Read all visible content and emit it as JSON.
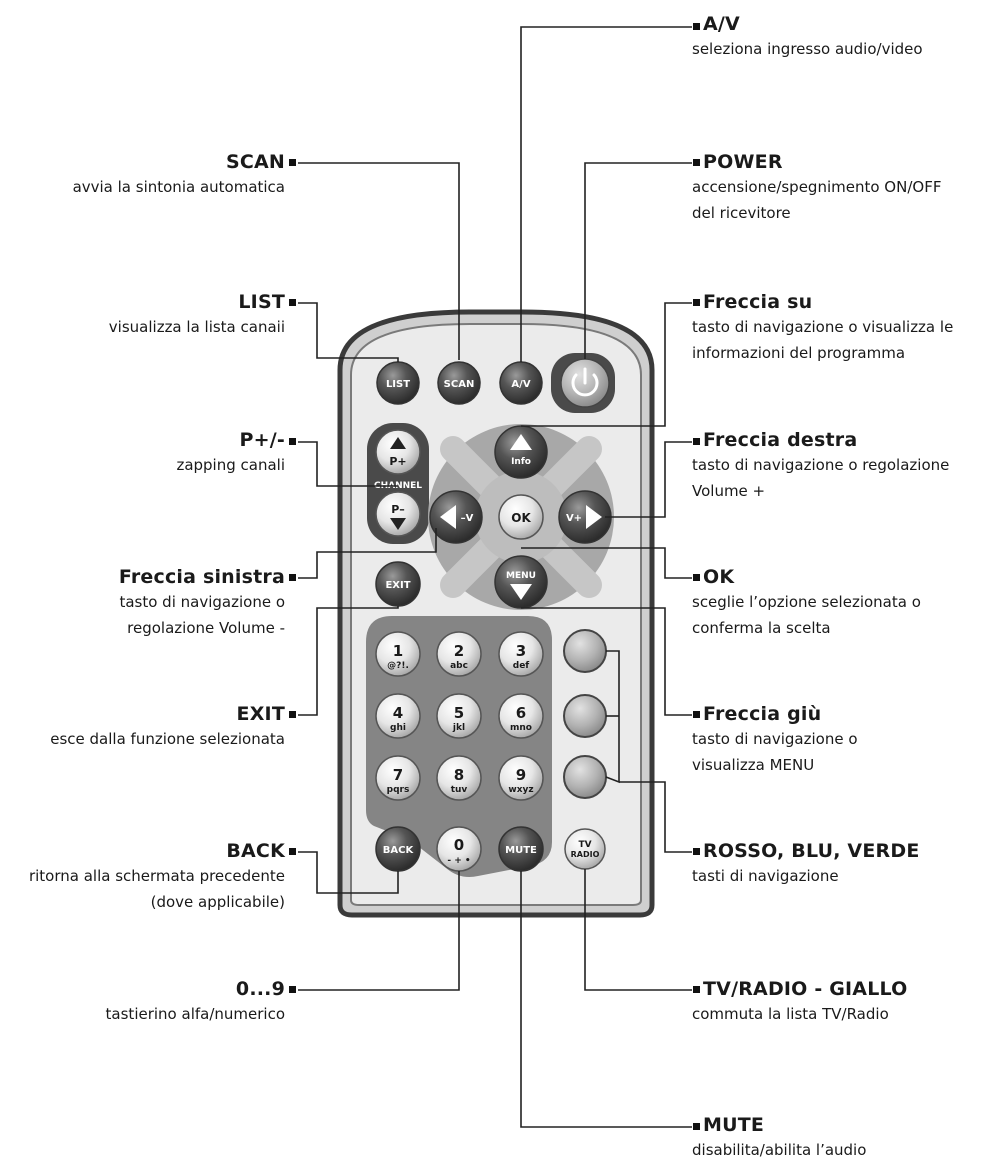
{
  "buttons": {
    "list": "LIST",
    "scan": "SCAN",
    "av": "A/V",
    "p_plus": "P+",
    "p_minus": "P–",
    "channel": "CHANNEL",
    "info": "Info",
    "ok": "OK",
    "minus_v": "–V",
    "v_plus": "V+",
    "menu": "MENU",
    "exit": "EXIT",
    "back": "BACK",
    "mute": "MUTE",
    "tv": "TV",
    "radio": "RADIO",
    "keys": [
      {
        "digit": "1",
        "letters": "@?!."
      },
      {
        "digit": "2",
        "letters": "abc"
      },
      {
        "digit": "3",
        "letters": "def"
      },
      {
        "digit": "4",
        "letters": "ghi"
      },
      {
        "digit": "5",
        "letters": "jkl"
      },
      {
        "digit": "6",
        "letters": "mno"
      },
      {
        "digit": "7",
        "letters": "pqrs"
      },
      {
        "digit": "8",
        "letters": "tuv"
      },
      {
        "digit": "9",
        "letters": "wxyz"
      },
      {
        "digit": "0",
        "letters": "- + •"
      }
    ]
  },
  "callouts": {
    "scan": {
      "title": "SCAN",
      "desc": [
        "avvia la sintonia automatica"
      ]
    },
    "list": {
      "title": "LIST",
      "desc": [
        "visualizza la lista canaii"
      ]
    },
    "pplus": {
      "title": "P+/-",
      "desc": [
        "zapping canali"
      ]
    },
    "freccia_sinistra": {
      "title": "Freccia sinistra",
      "desc": [
        "tasto di navigazione o",
        "regolazione Volume -"
      ]
    },
    "exit": {
      "title": "EXIT",
      "desc": [
        "esce dalla funzione selezionata"
      ]
    },
    "back": {
      "title": "BACK",
      "desc": [
        "ritorna alla schermata precedente",
        "(dove applicabile)"
      ]
    },
    "zero_nine": {
      "title": "0...9",
      "desc": [
        "tastierino alfa/numerico"
      ]
    },
    "av": {
      "title": "A/V",
      "desc": [
        "seleziona ingresso audio/video"
      ]
    },
    "power": {
      "title": "POWER",
      "desc": [
        "accensione/spegnimento ON/OFF",
        "del ricevitore"
      ]
    },
    "freccia_su": {
      "title": "Freccia su",
      "desc": [
        "tasto di navigazione o visualizza le",
        "informazioni del programma"
      ]
    },
    "freccia_destra": {
      "title": "Freccia destra",
      "desc": [
        "tasto di navigazione o regolazione",
        "Volume +"
      ]
    },
    "ok": {
      "title": "OK",
      "desc": [
        "sceglie l’opzione selezionata o",
        "conferma la scelta"
      ]
    },
    "freccia_giu": {
      "title": "Freccia giù",
      "desc": [
        "tasto di navigazione o",
        "visualizza  MENU"
      ]
    },
    "rosso": {
      "title": "ROSSO, BLU, VERDE",
      "desc": [
        "tasti di navigazione"
      ]
    },
    "tvradio": {
      "title": "TV/RADIO - GIALLO",
      "desc": [
        "commuta la lista TV/Radio"
      ]
    },
    "mute": {
      "title": "MUTE",
      "desc": [
        "disabilita/abilita l’audio"
      ]
    }
  },
  "colors": {
    "remote_body": "#d0d0d0",
    "remote_outline": "#3a3a3a",
    "dark_button": "#4a4a4a",
    "keypad_panel": "#858585",
    "nav_ring": "#a9a9a9",
    "light_key": "#e4e4e4",
    "leader_line": "#222222"
  }
}
